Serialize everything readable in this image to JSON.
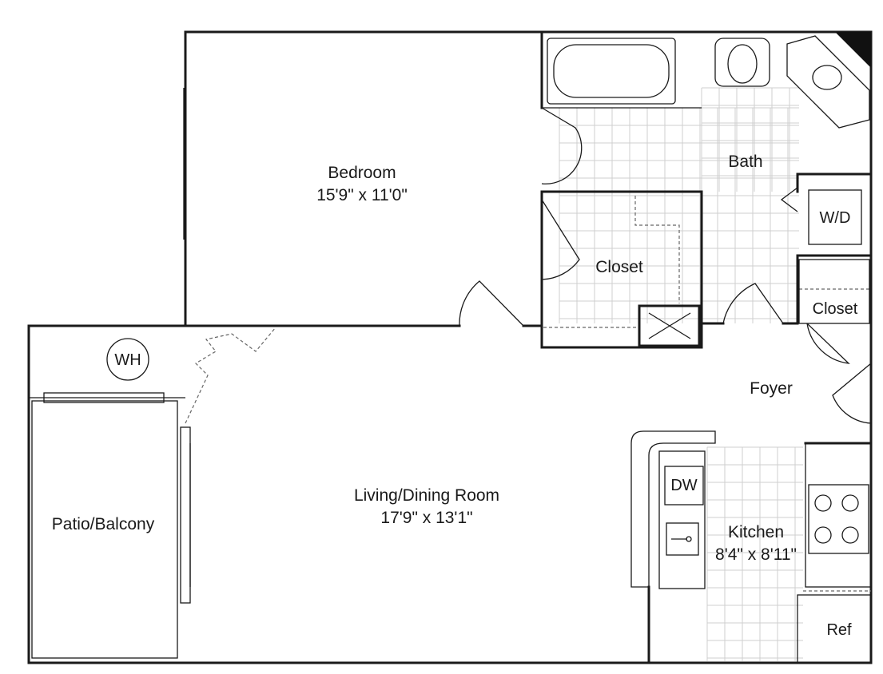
{
  "rooms": {
    "bedroom": {
      "name": "Bedroom",
      "size": "15'9\" x 11'0\""
    },
    "bath": {
      "name": "Bath"
    },
    "bedroom_closet": {
      "name": "Closet"
    },
    "hall_closet": {
      "name": "Closet"
    },
    "washer_dryer": {
      "name": "W/D"
    },
    "foyer": {
      "name": "Foyer"
    },
    "water_heater": {
      "name": "WH"
    },
    "patio": {
      "name": "Patio/Balcony"
    },
    "living": {
      "name": "Living/Dining Room",
      "size": "17'9\" x 13'1\""
    },
    "kitchen": {
      "name": "Kitchen",
      "size": "8'4\" x 8'11\""
    },
    "dishwasher": {
      "name": "DW"
    },
    "refrigerator": {
      "name": "Ref"
    }
  }
}
